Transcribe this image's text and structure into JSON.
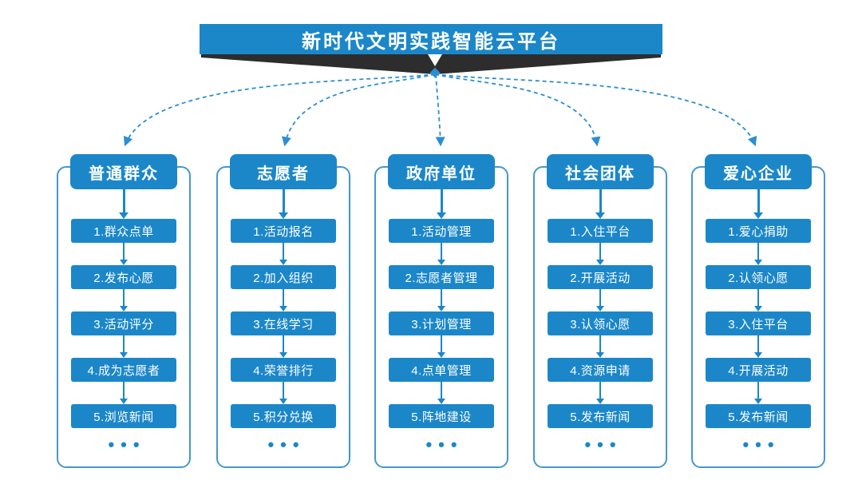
{
  "title": "新时代文明实践智能云平台",
  "more_indicator": "•••",
  "colors": {
    "primary_blue": "#1b87c9",
    "connector_blue": "#2a8fd2",
    "column_outline_blue": "#4597cd",
    "ribbon_dark": "#2d2d2d"
  },
  "columns": [
    {
      "title": "普通群众",
      "steps": [
        "1.群众点单",
        "2.发布心愿",
        "3.活动评分",
        "4.成为志愿者",
        "5.浏览新闻"
      ]
    },
    {
      "title": "志愿者",
      "steps": [
        "1.活动报名",
        "2.加入组织",
        "3.在线学习",
        "4.荣誉排行",
        "5.积分兑换"
      ]
    },
    {
      "title": "政府单位",
      "steps": [
        "1.活动管理",
        "2.志愿者管理",
        "3.计划管理",
        "4.点单管理",
        "5.阵地建设"
      ]
    },
    {
      "title": "社会团体",
      "steps": [
        "1.入住平台",
        "2.开展活动",
        "3.认领心愿",
        "4.资源申请",
        "5.发布新闻"
      ]
    },
    {
      "title": "爱心企业",
      "steps": [
        "1.爱心捐助",
        "2.认领心愿",
        "3.入住平台",
        "4.开展活动",
        "5.发布新闻"
      ]
    }
  ]
}
